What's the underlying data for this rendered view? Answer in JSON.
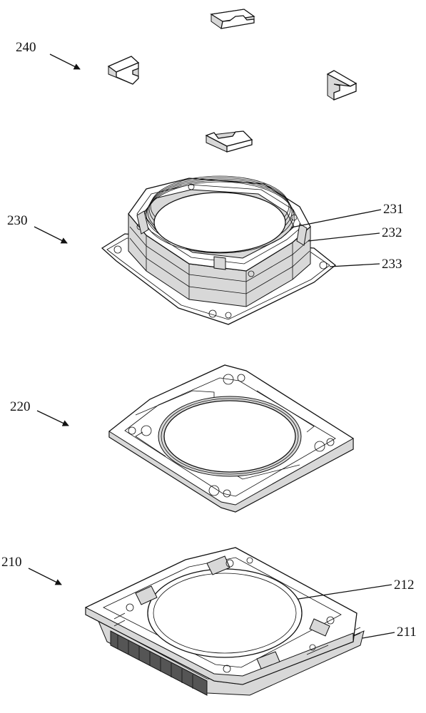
{
  "labels": {
    "l240": "240",
    "l230": "230",
    "l231": "231",
    "l232": "232",
    "l233": "233",
    "l220": "220",
    "l210": "210",
    "l212": "212",
    "l211": "211"
  }
}
